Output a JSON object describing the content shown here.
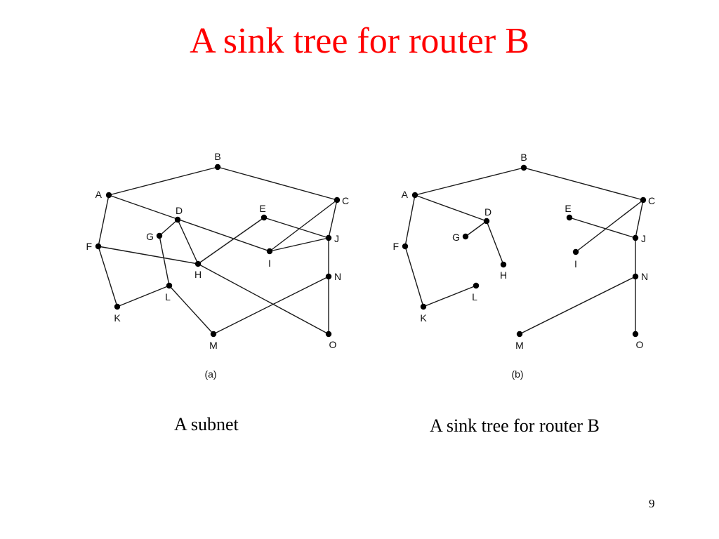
{
  "slide": {
    "title": "A sink tree for router B",
    "title_color": "#ff0000",
    "page_number": "9"
  },
  "figure_a": {
    "sub_label": "(a)",
    "caption": "A subnet",
    "nodes": [
      "A",
      "B",
      "C",
      "D",
      "E",
      "F",
      "G",
      "H",
      "I",
      "J",
      "K",
      "L",
      "M",
      "N",
      "O"
    ],
    "edges": [
      [
        "A",
        "B"
      ],
      [
        "B",
        "C"
      ],
      [
        "A",
        "F"
      ],
      [
        "A",
        "I"
      ],
      [
        "D",
        "G"
      ],
      [
        "D",
        "H"
      ],
      [
        "E",
        "H"
      ],
      [
        "E",
        "J"
      ],
      [
        "C",
        "I"
      ],
      [
        "C",
        "J"
      ],
      [
        "I",
        "J"
      ],
      [
        "F",
        "K"
      ],
      [
        "F",
        "H"
      ],
      [
        "H",
        "O"
      ],
      [
        "G",
        "L"
      ],
      [
        "K",
        "L"
      ],
      [
        "L",
        "M"
      ],
      [
        "M",
        "N"
      ],
      [
        "J",
        "N"
      ],
      [
        "N",
        "O"
      ]
    ]
  },
  "figure_b": {
    "sub_label": "(b)",
    "caption": "A sink tree for router B",
    "nodes": [
      "A",
      "B",
      "C",
      "D",
      "E",
      "F",
      "G",
      "H",
      "I",
      "J",
      "K",
      "L",
      "M",
      "N",
      "O"
    ],
    "edges": [
      [
        "B",
        "A"
      ],
      [
        "B",
        "C"
      ],
      [
        "A",
        "D"
      ],
      [
        "A",
        "F"
      ],
      [
        "D",
        "G"
      ],
      [
        "D",
        "H"
      ],
      [
        "F",
        "K"
      ],
      [
        "K",
        "L"
      ],
      [
        "C",
        "I"
      ],
      [
        "C",
        "J"
      ],
      [
        "E",
        "J"
      ],
      [
        "J",
        "N"
      ],
      [
        "N",
        "M"
      ],
      [
        "N",
        "O"
      ]
    ]
  }
}
